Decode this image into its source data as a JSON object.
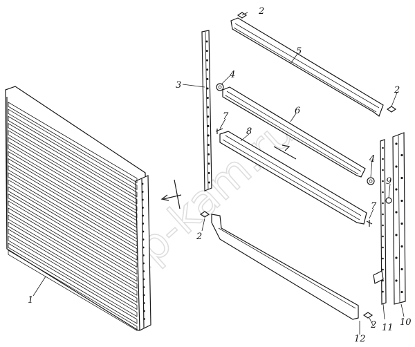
{
  "watermark": "zap-kam.ru",
  "callouts": {
    "c1": "1",
    "c2a": "2",
    "c2b": "2",
    "c2c": "2",
    "c2d": "2",
    "c3": "3",
    "c4a": "4",
    "c4b": "4",
    "c5": "5",
    "c6": "6",
    "c7a": "7",
    "c7b": "7",
    "c8": "8",
    "c9": "9",
    "c10": "10",
    "c11": "11",
    "c12": "12"
  }
}
